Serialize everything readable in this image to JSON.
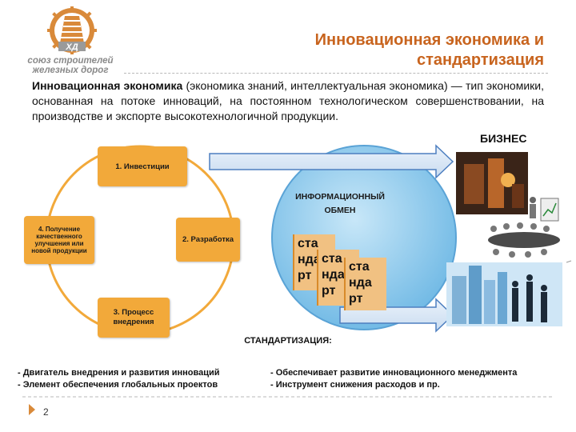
{
  "logo": {
    "icon": "rail-union-logo",
    "emblem_text": "ХД",
    "text_line1": "союз строителей",
    "text_line2": "железных дорог"
  },
  "title": {
    "line1": "Инновационная экономика и",
    "line2": "стандартизация"
  },
  "definition": {
    "term": "Инновационная экономика",
    "text": " (экономика знаний, интеллектуальная экономика) — тип экономики, основанная на потоке инноваций, на постоянном технологическом совершенствовании, на производстве и экспорте высокотехнологичной продукции."
  },
  "business_label": "БИЗНЕС",
  "cycle": {
    "node1": "1. Инвестиции",
    "node2": "2. Разработка",
    "node3_line1": "3. Процесс",
    "node3_line2": "внедрения",
    "node4_line1": "4. Получение",
    "node4_line2": "качественного",
    "node4_line3": "улучшения или",
    "node4_line4": "новой продукции"
  },
  "info_exchange": {
    "line1": "ИНФОРМАЦИОННЫЙ",
    "line2": "ОБМЕН"
  },
  "standard_boxes": {
    "fragment1": "ста",
    "fragment2": "нда",
    "fragment3": "рт"
  },
  "standardization": {
    "heading": "СТАНДАРТИЗАЦИЯ:",
    "left_items": [
      "- Двигатель внедрения и развития инноваций",
      "- Элемент обеспечения глобальных проектов"
    ],
    "right_items": [
      "- Обеспечивает развитие инновационного менеджмента",
      "- Инструмент снижения расходов и пр."
    ]
  },
  "page_number": "2",
  "colors": {
    "title": "#c8641e",
    "node": "#f2a93a",
    "circle": "#7fc3ea",
    "arrow": "#4d7fc0"
  }
}
